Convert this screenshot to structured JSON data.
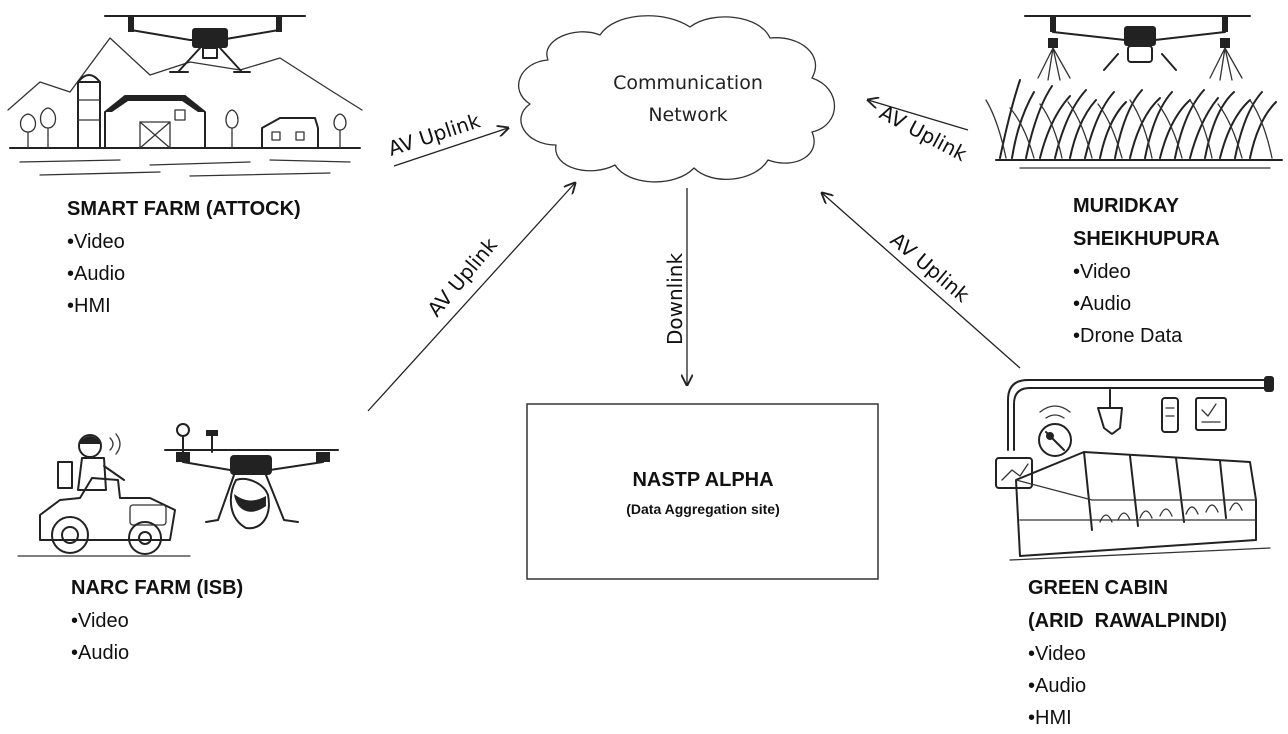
{
  "cloud": {
    "line1": "Communication",
    "line2": "Network"
  },
  "hub": {
    "title": "NASTP ALPHA",
    "subtitle": "(Data Aggregation site)"
  },
  "links": {
    "smart_farm": "AV Uplink",
    "narc_farm": "AV Uplink",
    "muridkay": "AV Uplink",
    "green_cabin": "AV Uplink",
    "downlink": "Downlink"
  },
  "sites": {
    "smart_farm": {
      "title": "SMART FARM (ATTOCK)",
      "items": [
        "•Video",
        "•Audio",
        "•HMI"
      ]
    },
    "muridkay": {
      "title_line1": "MURIDKAY",
      "title_line2": "SHEIKHUPURA",
      "items": [
        "•Video",
        "•Audio",
        "•Drone Data"
      ]
    },
    "narc_farm": {
      "title": "NARC FARM (ISB)",
      "items": [
        "•Video",
        "•Audio"
      ]
    },
    "green_cabin": {
      "title_line1": "GREEN CABIN",
      "title_line2": "(ARID  RAWALPINDI)",
      "items": [
        "•Video",
        "•Audio",
        "•HMI"
      ]
    }
  },
  "illustrations": {
    "smart_farm": "farm-drone-illustration",
    "muridkay": "crop-spraying-drone-illustration",
    "narc_farm": "tractor-and-drone-illustration",
    "green_cabin": "greenhouse-sensors-illustration"
  }
}
